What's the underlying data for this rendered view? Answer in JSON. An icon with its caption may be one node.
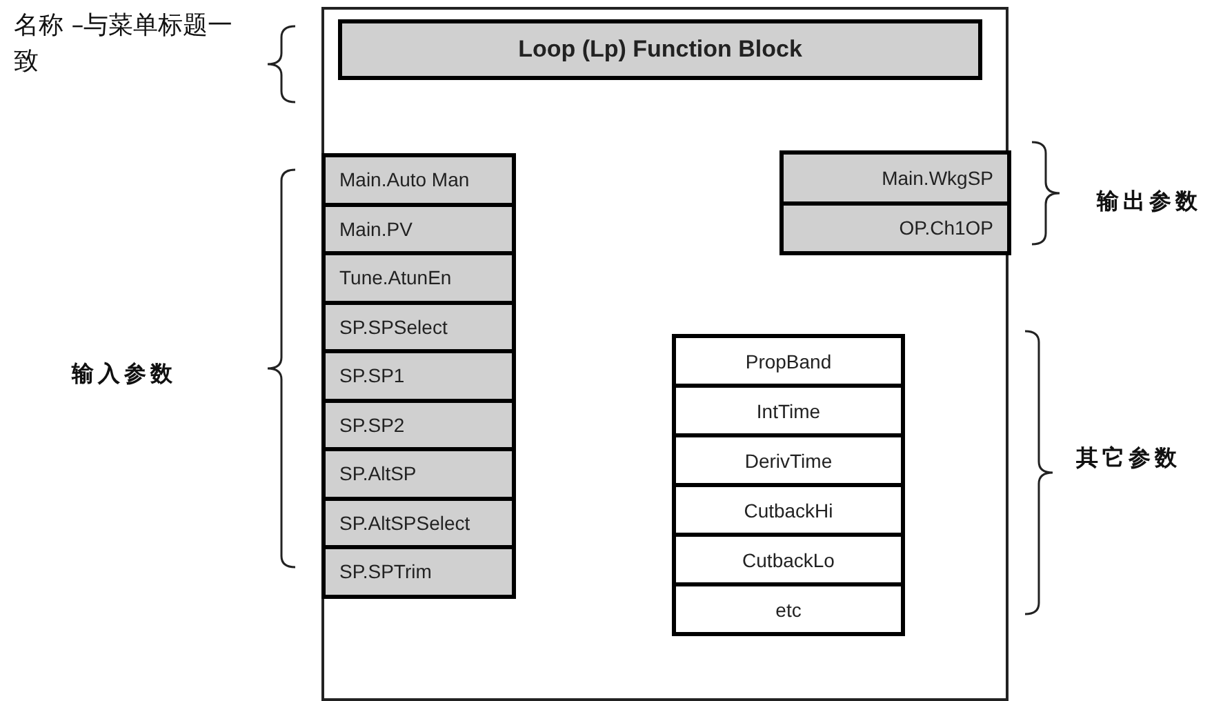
{
  "diagram": {
    "nodes": [
      {
        "text": [],
        "shape": "box"
      },
      {
        "text": [
          "Loop (Lp) Function Block"
        ],
        "in": 0
      },
      {
        "text": [
          "Main.Auto Man"
        ],
        "in": 0
      },
      {
        "text": [
          "Main.PV"
        ],
        "in": 0
      },
      {
        "text": [
          "Tune.AtunEn"
        ],
        "in": 0
      },
      {
        "text": [
          "SP.SPSelect"
        ],
        "in": 0
      },
      {
        "text": [
          "SP.SP1"
        ],
        "in": 0
      },
      {
        "text": [
          "SP.SP2"
        ],
        "in": 0
      },
      {
        "text": [
          "SP.AltSP"
        ],
        "in": 0
      },
      {
        "text": [
          "SP.AltSPSelect"
        ],
        "in": 0
      },
      {
        "text": [
          "SP.SPTrim"
        ],
        "in": 0
      },
      {
        "text": [
          "Main.WkgSP"
        ],
        "in": 0
      },
      {
        "text": [
          "OP.Ch1OP"
        ],
        "in": 0
      },
      {
        "text": [
          "PropBand"
        ],
        "in": 0
      },
      {
        "text": [
          "IntTime"
        ],
        "in": 0
      },
      {
        "text": [
          "DerivTime"
        ],
        "in": 0
      },
      {
        "text": [
          "CutbackHi"
        ],
        "in": 0
      },
      {
        "text": [
          "CutbackLo"
        ],
        "in": 0
      },
      {
        "text": [
          "etc"
        ],
        "in": 0
      }
    ],
    "labels": [
      "名称 –与菜单标题一致",
      "输出参数",
      "输入参数",
      "其它参数"
    ]
  }
}
